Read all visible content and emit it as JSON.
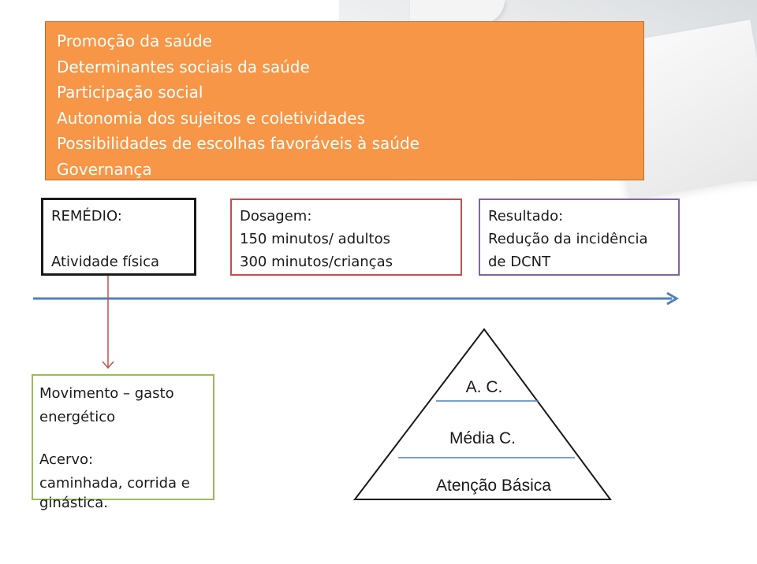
{
  "top_box": {
    "lines": [
      "Promoção da saúde",
      "Determinantes sociais da saúde",
      "Participação social",
      "Autonomia  dos sujeitos e coletividades",
      "Possibilidades de escolhas  favoráveis à saúde",
      "Governança"
    ]
  },
  "remedio": {
    "title": "REMÉDIO:",
    "value": "Atividade física"
  },
  "dosagem": {
    "title": "Dosagem:",
    "line1": "150 minutos/ adultos",
    "line2": "300 minutos/crianças"
  },
  "resultado": {
    "title": "Resultado:",
    "line1": "Redução da incidência",
    "line2": "de DCNT"
  },
  "movimento": {
    "line1": "Movimento – gasto",
    "line2": "energético",
    "line3": "Acervo:",
    "line4": "caminhada, corrida e",
    "line5": "ginástica."
  },
  "pyramid": {
    "top": "A. C.",
    "middle": "Média C.",
    "bottom": "Atenção Básica"
  },
  "colors": {
    "orange": "#f79646",
    "red": "#c0504d",
    "purple": "#8064a2",
    "green": "#9bbb59",
    "blue": "#4f81bd"
  }
}
